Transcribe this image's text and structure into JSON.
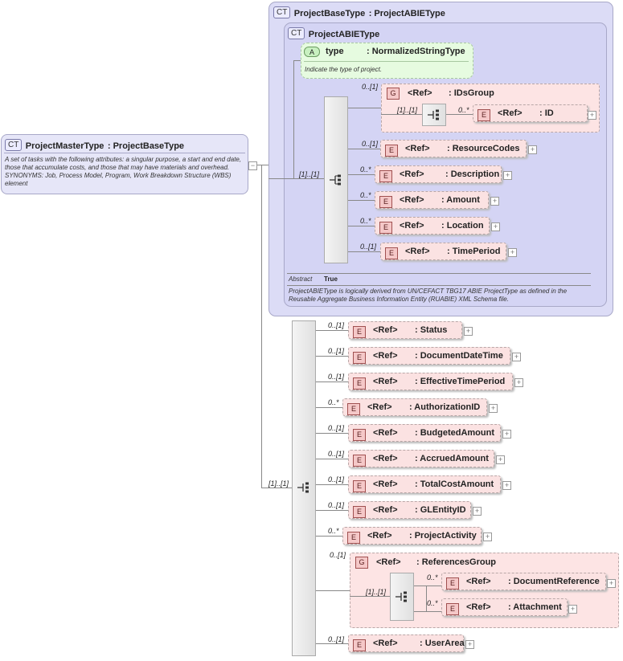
{
  "master": {
    "badge": "CT",
    "name": "ProjectMasterType",
    "base": ": ProjectBaseType",
    "doc": "A set of tasks with the following attributes: a singular purpose, a start and end date, those that accumulate costs, and those that may have materials and overhead. SYNONYMS: Job, Process Model, Program, Work Breakdown Structure (WBS) element"
  },
  "base_type": {
    "badge": "CT",
    "name": "ProjectBaseType",
    "base": ": ProjectABIEType"
  },
  "abie": {
    "badge": "CT",
    "name": "ProjectABIEType",
    "abstract_label": "Abstract",
    "abstract_value": "True",
    "doc": "ProjectABIEType is logically derived from UN/CEFACT TBG17 ABIE ProjectType as defined in the Reusable Aggregate Business Information Entity (RUABIE) XML Schema file."
  },
  "attribute": {
    "badge": "A",
    "name": "type",
    "type": ": NormalizedStringType",
    "doc": "Indicate the type of project."
  },
  "abie_seq_card": "[1]..[1]",
  "ids_group": {
    "badge": "G",
    "card": "0..[1]",
    "ref": "<Ref>",
    "name": ": IDsGroup",
    "seq_card": "[1]..[1]",
    "child": {
      "card": "0..*",
      "badge": "E",
      "ref": "<Ref>",
      "name": ": ID"
    }
  },
  "abie_elements": [
    {
      "card": "0..[1]",
      "badge": "E",
      "ref": "<Ref>",
      "name": ": ResourceCodes"
    },
    {
      "card": "0..*",
      "badge": "E",
      "ref": "<Ref>",
      "name": ": Description"
    },
    {
      "card": "0..*",
      "badge": "E",
      "ref": "<Ref>",
      "name": ": Amount"
    },
    {
      "card": "0..*",
      "badge": "E",
      "ref": "<Ref>",
      "name": ": Location"
    },
    {
      "card": "0..[1]",
      "badge": "E",
      "ref": "<Ref>",
      "name": ": TimePeriod"
    }
  ],
  "master_seq_card": "[1]..[1]",
  "master_elements": [
    {
      "card": "0..[1]",
      "badge": "E",
      "ref": "<Ref>",
      "name": ": Status"
    },
    {
      "card": "0..[1]",
      "badge": "E",
      "ref": "<Ref>",
      "name": ": DocumentDateTime"
    },
    {
      "card": "0..[1]",
      "badge": "E",
      "ref": "<Ref>",
      "name": ": EffectiveTimePeriod"
    },
    {
      "card": "0..*",
      "badge": "E",
      "ref": "<Ref>",
      "name": ": AuthorizationID"
    },
    {
      "card": "0..[1]",
      "badge": "E",
      "ref": "<Ref>",
      "name": ": BudgetedAmount"
    },
    {
      "card": "0..[1]",
      "badge": "E",
      "ref": "<Ref>",
      "name": ": AccruedAmount"
    },
    {
      "card": "0..[1]",
      "badge": "E",
      "ref": "<Ref>",
      "name": ": TotalCostAmount"
    },
    {
      "card": "0..[1]",
      "badge": "E",
      "ref": "<Ref>",
      "name": ": GLEntityID"
    },
    {
      "card": "0..*",
      "badge": "E",
      "ref": "<Ref>",
      "name": ": ProjectActivity"
    }
  ],
  "references_group": {
    "badge": "G",
    "card": "0..[1]",
    "ref": "<Ref>",
    "name": ": ReferencesGroup",
    "seq_card": "[1]..[1]",
    "children": [
      {
        "card": "0..*",
        "badge": "E",
        "ref": "<Ref>",
        "name": ": DocumentReference"
      },
      {
        "card": "0..*",
        "badge": "E",
        "ref": "<Ref>",
        "name": ": Attachment"
      }
    ]
  },
  "last_element": {
    "card": "0..[1]",
    "badge": "E",
    "ref": "<Ref>",
    "name": ": UserArea"
  }
}
